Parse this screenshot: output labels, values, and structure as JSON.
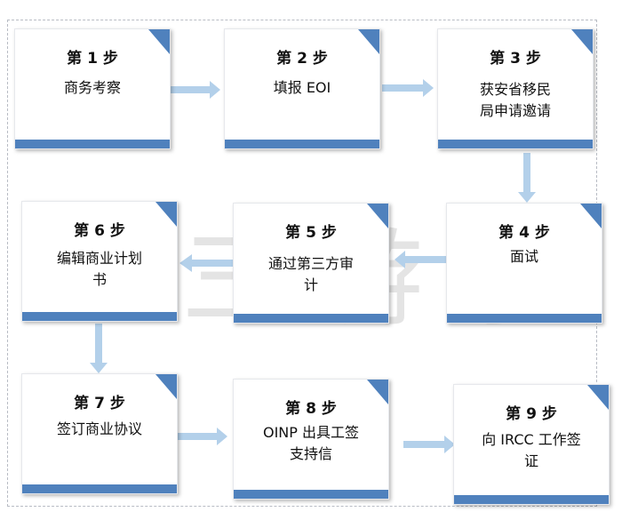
{
  "watermark": "©三游学",
  "accent_color": "#4f81bd",
  "arrow_color": "#b3d0ea",
  "steps": [
    {
      "title": "第 1 步",
      "desc": "商务考察"
    },
    {
      "title": "第 2 步",
      "desc": "填报 EOI"
    },
    {
      "title": "第 3 步",
      "desc": "获安省移民\n局申请邀请"
    },
    {
      "title": "第 4 步",
      "desc": "面试"
    },
    {
      "title": "第 5 步",
      "desc": "通过第三方审\n计"
    },
    {
      "title": "第 6 步",
      "desc": "编辑商业计划\n书"
    },
    {
      "title": "第 7 步",
      "desc": "签订商业协议"
    },
    {
      "title": "第 8 步",
      "desc": "OINP 出具工签\n支持信"
    },
    {
      "title": "第 9 步",
      "desc": "向 IRCC 工作签\n证"
    }
  ]
}
